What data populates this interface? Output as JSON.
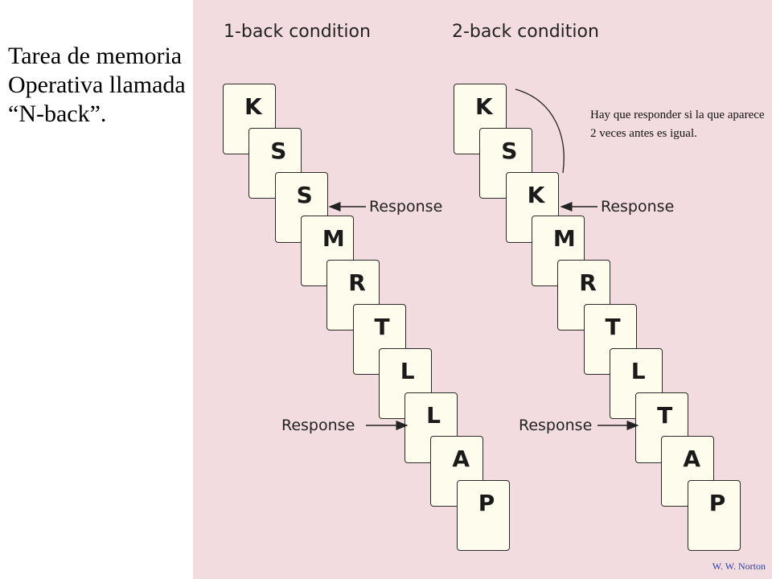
{
  "intro": {
    "line1": "Tarea de memoria",
    "line2": "Operativa llamada",
    "line3": "“N-back”."
  },
  "one_back": {
    "title": "1-back condition",
    "letters": [
      "K",
      "S",
      "S",
      "M",
      "R",
      "T",
      "L",
      "L",
      "A",
      "P"
    ],
    "responses": [
      {
        "label": "Response",
        "card_index": 2
      },
      {
        "label": "Response",
        "card_index": 7
      }
    ]
  },
  "two_back": {
    "title": "2-back condition",
    "letters": [
      "K",
      "S",
      "K",
      "M",
      "R",
      "T",
      "L",
      "T",
      "A",
      "P"
    ],
    "responses": [
      {
        "label": "Response",
        "card_index": 2
      },
      {
        "label": "Response",
        "card_index": 7
      }
    ],
    "note": "Hay que responder si la que aparece 2 veces antes es igual."
  },
  "credit": "W. W. Norton",
  "colors": {
    "panel_background": "#f3dcdf",
    "card_fill": "#fefcec",
    "card_border": "#2a2a2a",
    "credit_text": "#2a3fa8"
  }
}
